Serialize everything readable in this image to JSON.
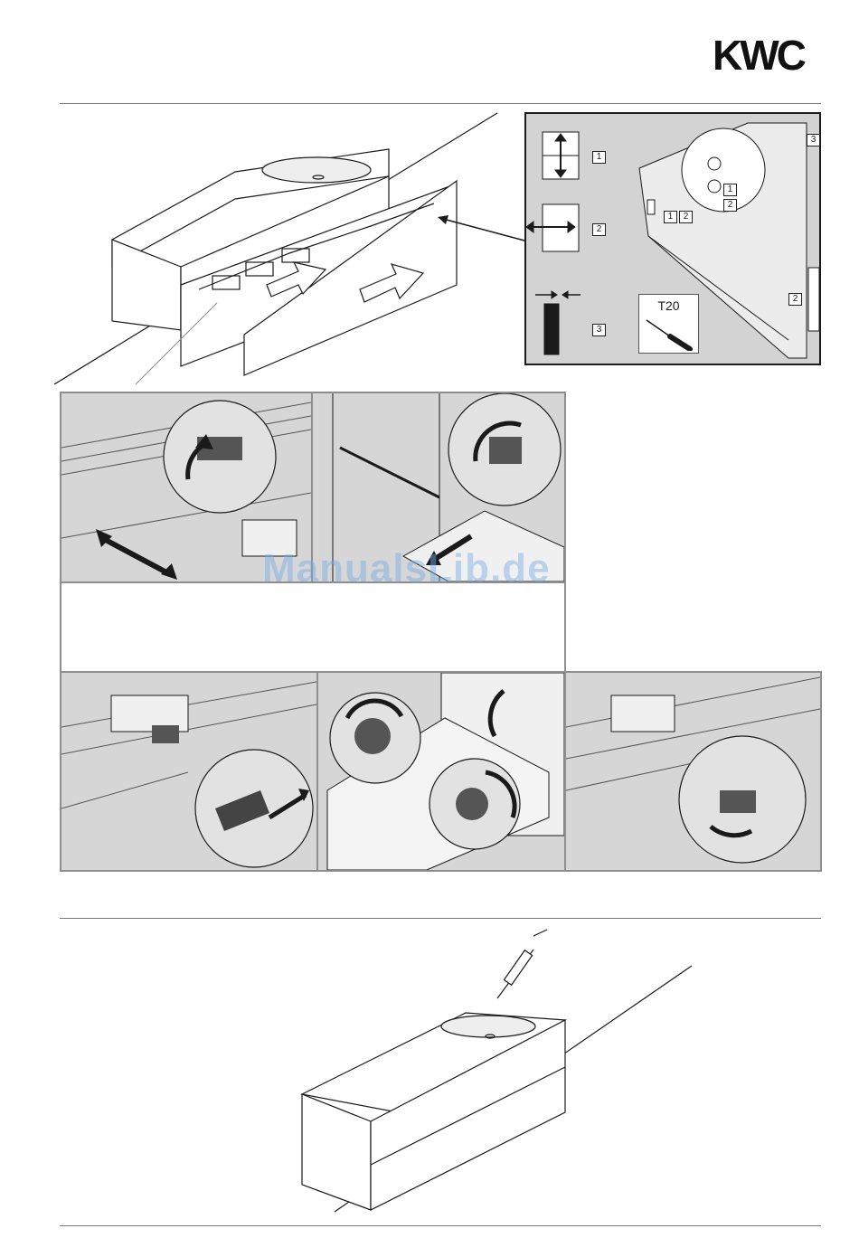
{
  "header": {
    "logo_text": "KWC"
  },
  "inset_labels": {
    "num_1": "1",
    "num_2": "2",
    "num_3": "3",
    "tool": "T20"
  },
  "watermark": "ManualsLib.de",
  "colors": {
    "panel_bg": "#d6d6d6",
    "panel_border": "#8e8e8e",
    "rule": "#777777",
    "ink": "#1a1a1a",
    "watermark": "#8cb4e6"
  }
}
